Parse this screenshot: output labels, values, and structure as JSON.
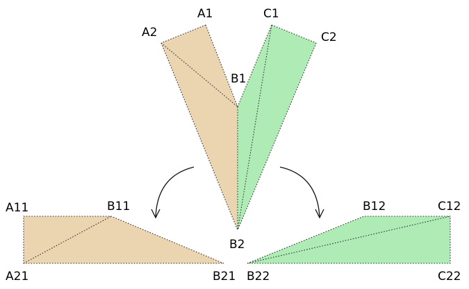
{
  "colors": {
    "tan": "#ebd4b0",
    "green": "#aeebb5",
    "edge": "#333333"
  },
  "labels": {
    "A1": "A1",
    "A2": "A2",
    "B1": "B1",
    "C1": "C1",
    "C2": "C2",
    "B2": "B2",
    "A11": "A11",
    "B11": "B11",
    "A21": "A21",
    "B21": "B21",
    "B12": "B12",
    "C12": "C12",
    "B22": "B22",
    "C22": "C22"
  },
  "icons": {
    "left_arrow": "curved-arrow-down-left-icon",
    "right_arrow": "curved-arrow-down-right-icon"
  }
}
